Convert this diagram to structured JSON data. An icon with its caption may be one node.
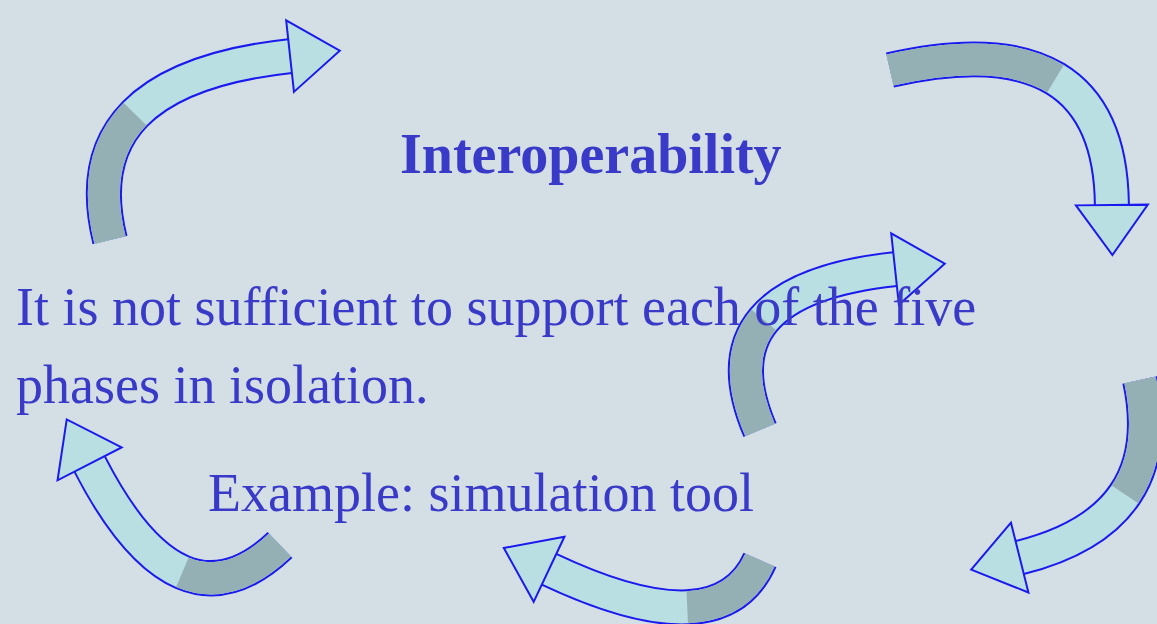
{
  "diagram": {
    "title": "Interoperability",
    "labels": [
      "It is not sufficient to support each of the five phases in isolation.",
      "Example: simulation tool"
    ]
  }
}
